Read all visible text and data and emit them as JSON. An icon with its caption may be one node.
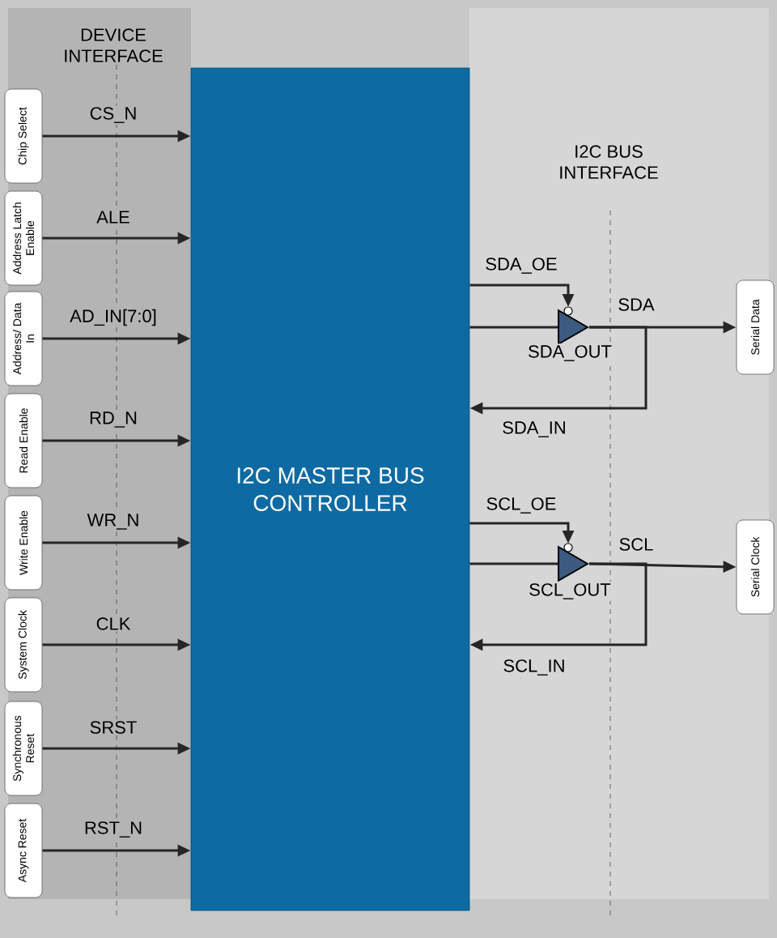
{
  "diagram": {
    "nodes": [
      {
        "text": [
          "I2C MASTER BUS CONTROLLER"
        ]
      },
      {
        "text": [
          "Chip Select"
        ]
      },
      {
        "text": [
          "Address Latch Enable"
        ]
      },
      {
        "text": [
          "Address/ Data In"
        ]
      },
      {
        "text": [
          "Read Enable"
        ]
      },
      {
        "text": [
          "Write Enable"
        ]
      },
      {
        "text": [
          "System Clock"
        ]
      },
      {
        "text": [
          "Synchronous Reset"
        ]
      },
      {
        "text": [
          "Async Reset"
        ]
      },
      {
        "text": [],
        "shape": "triangle"
      },
      {
        "text": [],
        "shape": "triangle"
      },
      {
        "text": [
          "Serial Data"
        ]
      },
      {
        "text": [
          "Serial Clock"
        ]
      }
    ],
    "edges": [
      {
        "from": 1,
        "to": 0,
        "arrow": "to",
        "label": "CS_N"
      },
      {
        "from": 2,
        "to": 0,
        "arrow": "to",
        "label": "ALE"
      },
      {
        "from": 3,
        "to": 0,
        "arrow": "to",
        "label": "AD_IN[7:0]"
      },
      {
        "from": 4,
        "to": 0,
        "arrow": "to",
        "label": "RD_N"
      },
      {
        "from": 5,
        "to": 0,
        "arrow": "to",
        "label": "WR_N"
      },
      {
        "from": 6,
        "to": 0,
        "arrow": "to",
        "label": "CLK"
      },
      {
        "from": 7,
        "to": 0,
        "arrow": "to",
        "label": "SRST"
      },
      {
        "from": 8,
        "to": 0,
        "arrow": "to",
        "label": "RST_N"
      },
      {
        "from": 0,
        "to": 9,
        "arrow": "to",
        "label": "SDA_OE"
      },
      {
        "from": 0,
        "to": 9,
        "arrow": "none",
        "label": "SDA_OUT"
      },
      {
        "from": 9,
        "to": 11,
        "arrow": "to",
        "label": "SDA"
      },
      {
        "from": 9,
        "to": 0,
        "arrow": "to",
        "label": "SDA_IN"
      },
      {
        "from": 0,
        "to": 10,
        "arrow": "to",
        "label": "SCL_OE"
      },
      {
        "from": 0,
        "to": 10,
        "arrow": "none",
        "label": "SCL_OUT"
      },
      {
        "from": 10,
        "to": 12,
        "arrow": "to",
        "label": "SCL"
      },
      {
        "from": 10,
        "to": 0,
        "arrow": "to",
        "label": "SCL_IN"
      }
    ],
    "labels": [
      "DEVICE INTERFACE",
      "I2C BUS INTERFACE"
    ]
  }
}
